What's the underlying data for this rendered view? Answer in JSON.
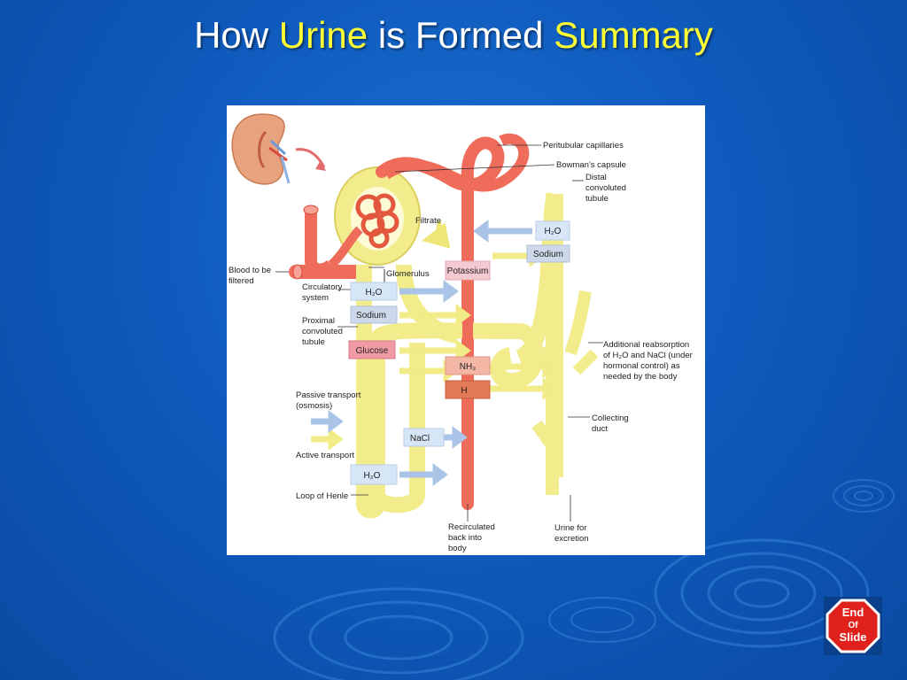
{
  "title": {
    "part1": "How ",
    "part2": "Urine",
    "part3": " is Formed ",
    "part4": "Summary"
  },
  "diagram": {
    "labels": {
      "peritubular": "Peritubular capillaries",
      "bowmans": "Bowman's capsule",
      "distal_1": "Distal",
      "distal_2": "convoluted",
      "distal_3": "tubule",
      "filtrate": "Filtrate",
      "blood_1": "Blood to be",
      "blood_2": "filtered",
      "glomerulus": "Glomerulus",
      "circ_1": "Circulatory",
      "circ_2": "system",
      "prox_1": "Proximal",
      "prox_2": "convoluted",
      "prox_3": "tubule",
      "passive_1": "Passive transport",
      "passive_2": "(osmosis)",
      "active": "Active transport",
      "loop": "Loop of Henle",
      "addl_1": "Additional reabsorption",
      "addl_2": "of H₂O and NaCl (under",
      "addl_3": "hormonal control) as",
      "addl_4": "needed by the body",
      "collect_1": "Collecting",
      "collect_2": "duct",
      "recirc_1": "Recirculated",
      "recirc_2": "back into",
      "recirc_3": "body",
      "urine_1": "Urine for",
      "urine_2": "excretion"
    },
    "boxes": {
      "h2o_distal": "H₂O",
      "sodium_distal": "Sodium",
      "potassium": "Potassium",
      "h2o_prox": "H₂O",
      "sodium_prox": "Sodium",
      "glucose": "Glucose",
      "nh3": "NH₃",
      "h": "H",
      "nacl": "NaCl",
      "h2o_loop": "H₂O"
    }
  },
  "end_button": {
    "line1": "End",
    "line2": "Of",
    "line3": "Slide"
  },
  "colors": {
    "title_white": "#ffffff",
    "title_yellow": "#ffff33",
    "tubule_yellow": "#f3ec8c",
    "vessel_red": "#ef6b5a",
    "passive_arrow": "#a9c4e6",
    "active_arrow": "#f1ec88",
    "stop_red": "#e0201b"
  }
}
